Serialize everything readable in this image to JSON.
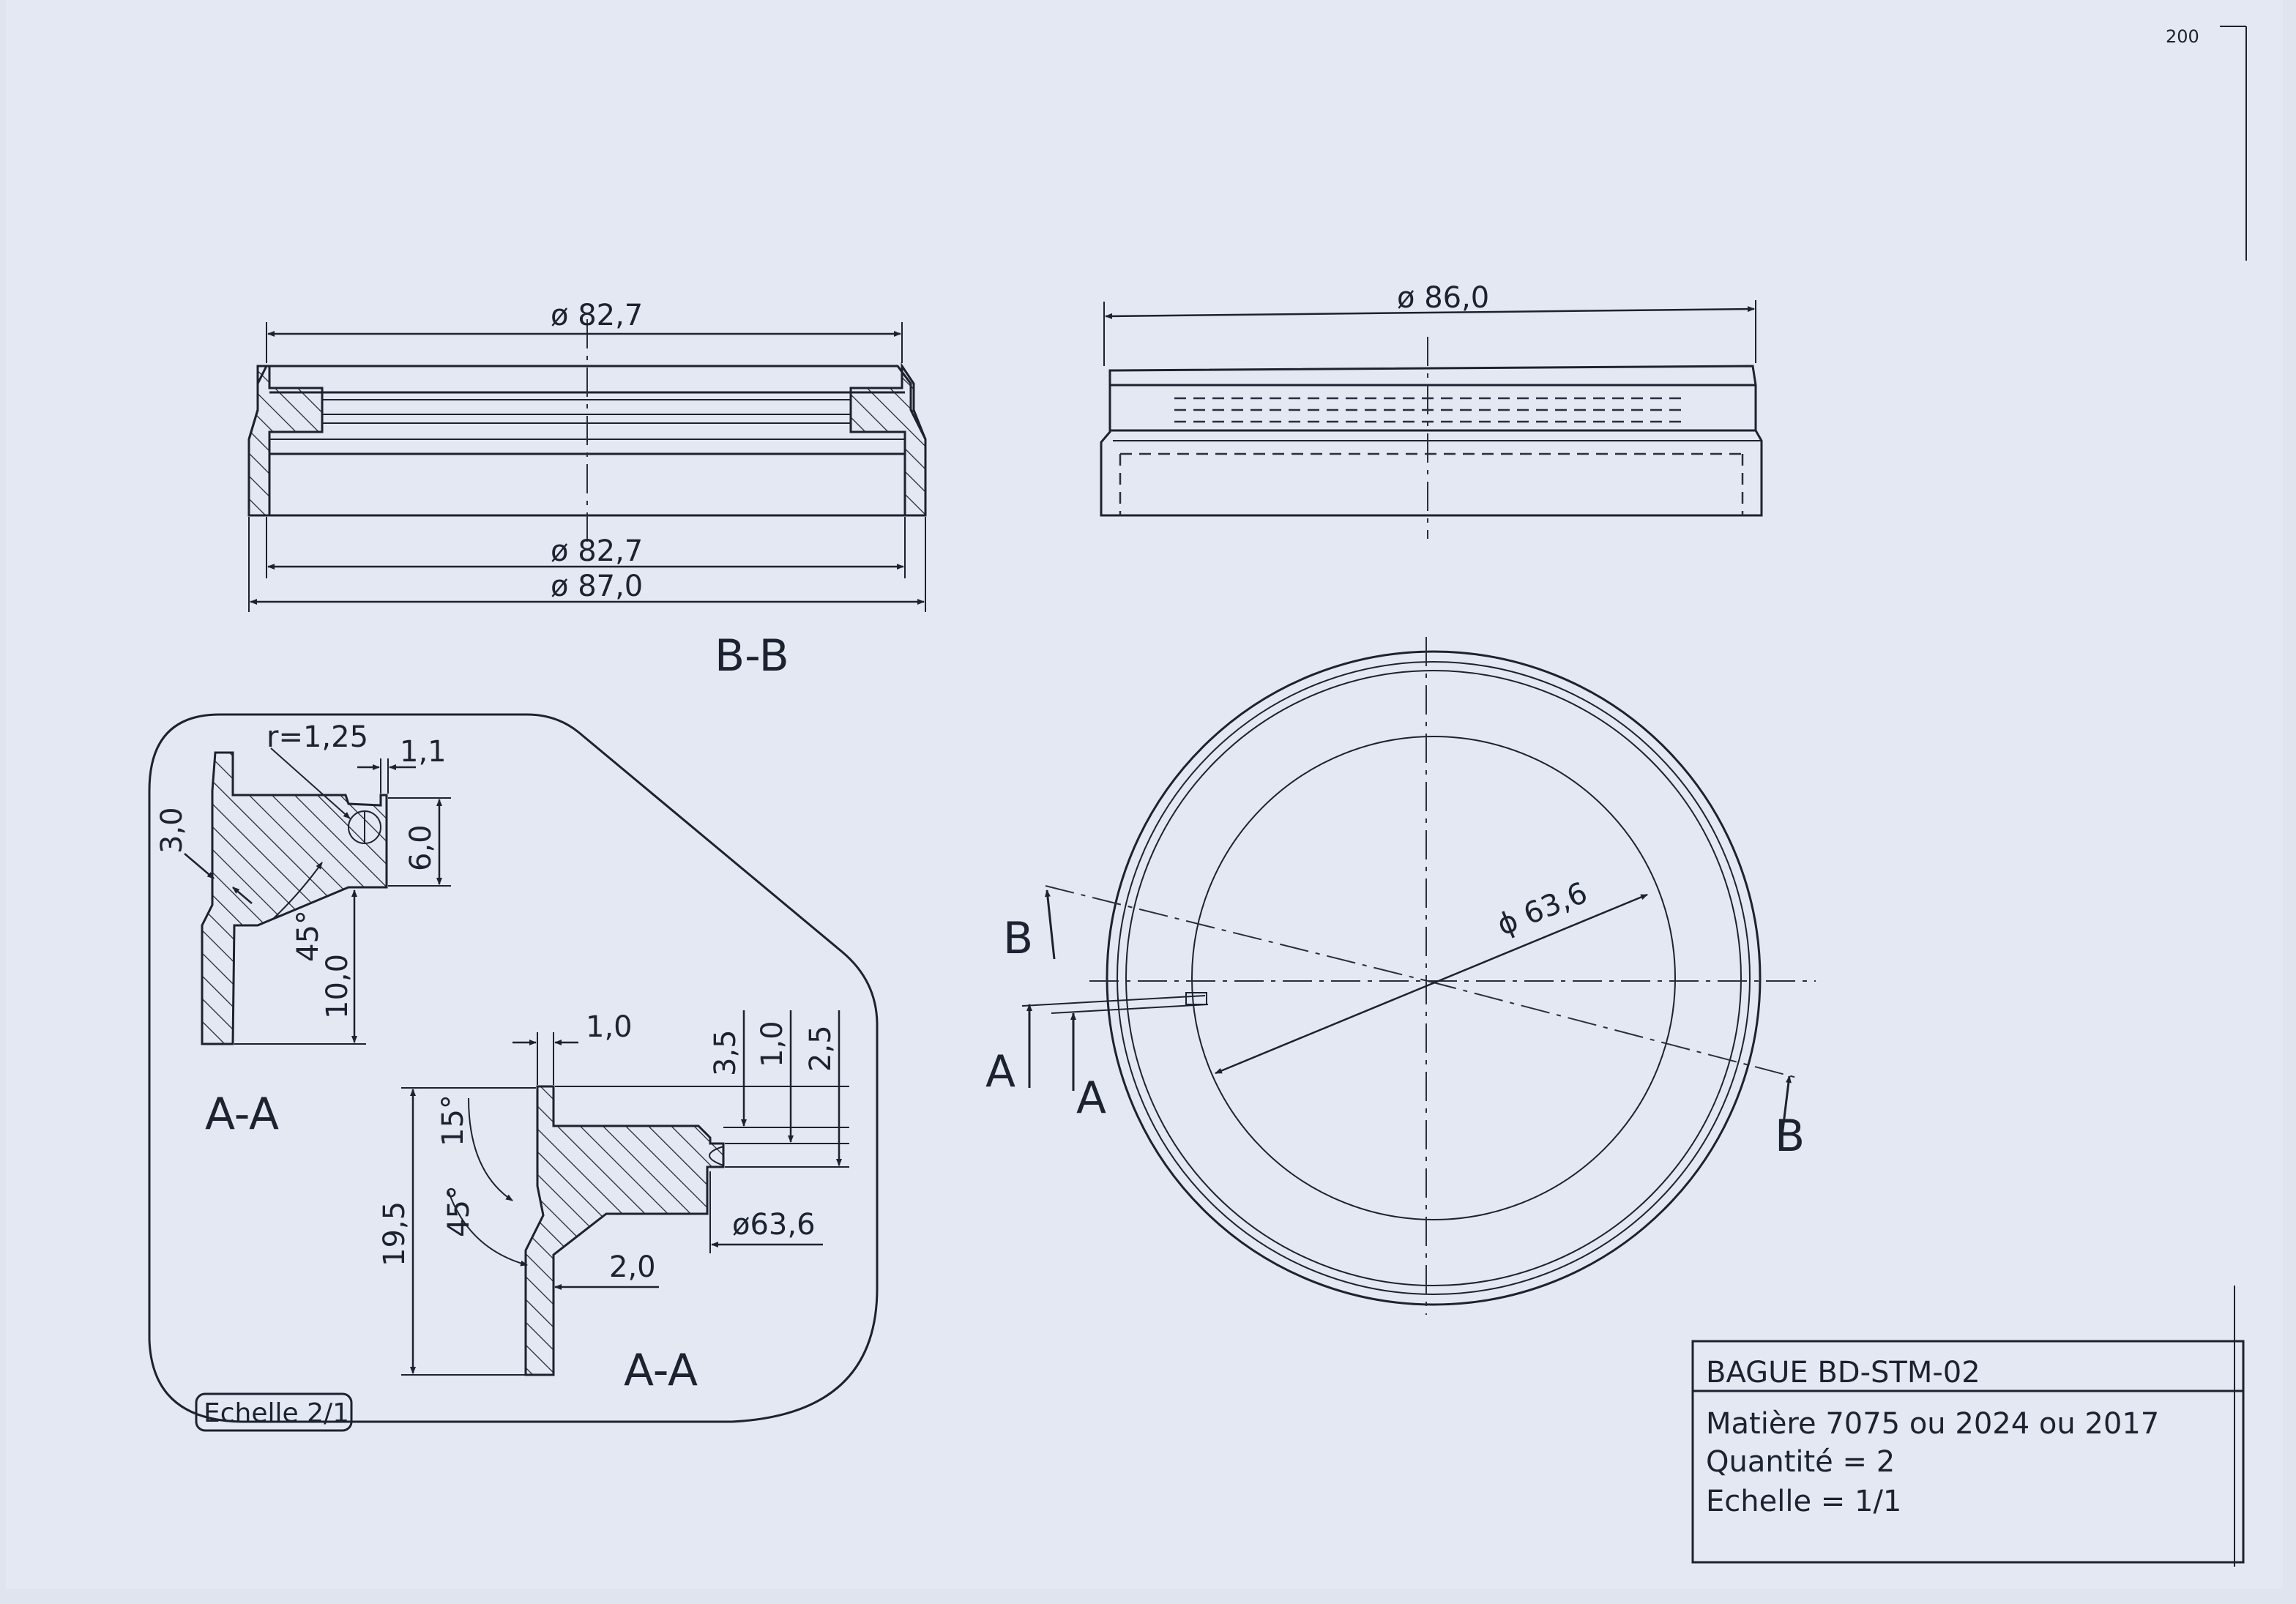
{
  "sheet": {
    "corner_mark": "200"
  },
  "views": {
    "top_left": {
      "dim_top": "ø 82,7",
      "dim_bottom_1": "ø 82,7",
      "dim_bottom_2": "ø 87,0",
      "label": "B-B"
    },
    "top_right": {
      "dim_top": "ø 86,0"
    },
    "circle_view": {
      "dim_diameter": "ϕ 63,6",
      "section_b_left": "B",
      "section_b_right": "B",
      "section_a_left": "A",
      "section_a_right": "A"
    },
    "detail": {
      "scale_badge": "Echelle 2/1",
      "upper": {
        "radius": "r=1,25",
        "dim_1_1": "1,1",
        "dim_6_0": "6,0",
        "dim_3_0": "3,0",
        "angle_45": "45°",
        "dim_10_0": "10,0",
        "label": "A-A"
      },
      "lower": {
        "dim_1_0_top": "1,0",
        "dim_3_5": "3,5",
        "dim_1_0_side": "1,0",
        "dim_2_5": "2,5",
        "angle_15": "15°",
        "angle_45": "45°",
        "dim_19_5": "19,5",
        "dim_63_6": "ø63,6",
        "dim_2_0": "2,0",
        "label": "A-A"
      }
    }
  },
  "title_block": {
    "title": "BAGUE BD-STM-02",
    "material": "Matière 7075 ou 2024 ou 2017",
    "quantity": "Quantité = 2",
    "scale": "Echelle = 1/1"
  }
}
